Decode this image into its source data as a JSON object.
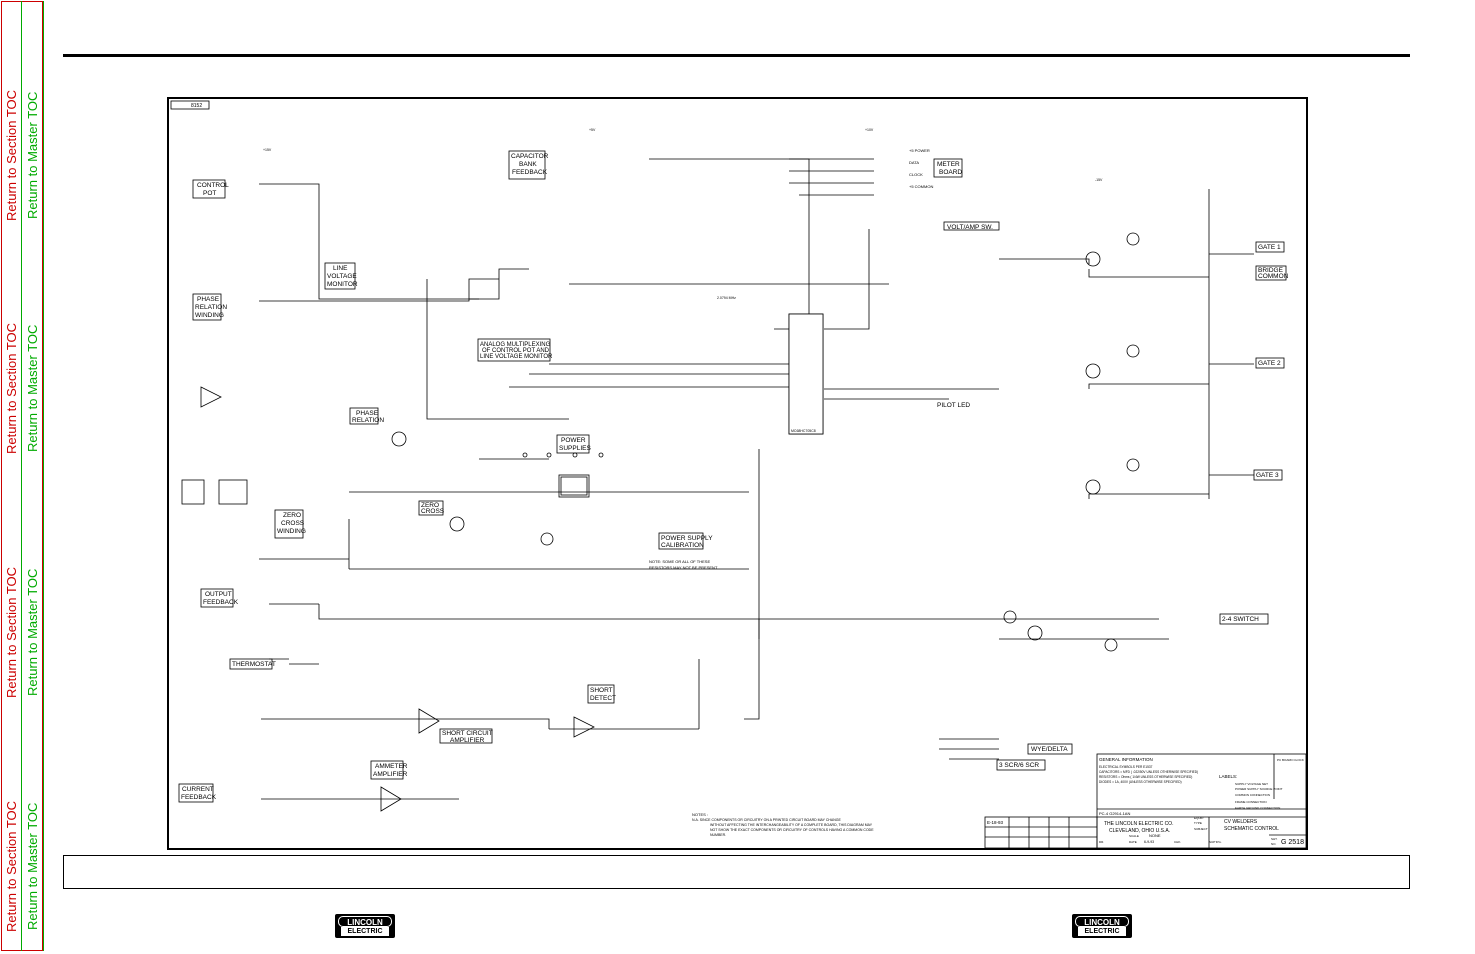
{
  "sidebar": {
    "links": [
      {
        "section": "Return to Section TOC",
        "master": "Return to Master TOC"
      },
      {
        "section": "Return to Section TOC",
        "master": "Return to Master TOC"
      },
      {
        "section": "Return to Section TOC",
        "master": "Return to Master TOC"
      },
      {
        "section": "Return to Section TOC",
        "master": "Return to Master TOC"
      }
    ],
    "colors": {
      "section": "#cc0000",
      "master": "#00aa00"
    }
  },
  "schematic": {
    "blocks": {
      "control_pot": [
        "CONTROL",
        "POT"
      ],
      "phase_relation_winding": [
        "PHASE",
        "RELATION",
        "WINDING"
      ],
      "line_voltage_monitor": [
        "LINE",
        "VOLTAGE",
        "MONITOR"
      ],
      "capacitor_bank_feedback": [
        "CAPACITOR",
        "BANK",
        "FEEDBACK"
      ],
      "analog_multiplexing": [
        "ANALOG   MULTIPLEXING",
        "OF CONTROL     POT AND",
        "LINE    VOLTAGE     MONITOR"
      ],
      "meter_board": [
        "METER",
        "BOARD"
      ],
      "volt_amp_sw": "VOLT/AMP SW.",
      "phase_relation": [
        "PHASE",
        "RELATION"
      ],
      "power_supplies": [
        "POWER",
        "SUPPLIES"
      ],
      "zero_cross": [
        "ZERO",
        "CROSS"
      ],
      "zero_cross_winding": [
        "ZERO",
        "CROSS",
        "WINDING"
      ],
      "output_feedback": [
        "OUTPUT",
        "FEEDBACK"
      ],
      "power_supply_calibration": [
        "POWER SUPPLY",
        "CALIBRATION"
      ],
      "thermostat": "THERMOSTAT",
      "short_detect": [
        "SHORT",
        "DETECT"
      ],
      "short_circuit_amplifier": [
        "SHORT CIRCUIT",
        "AMPLIFIER"
      ],
      "ammeter_amplifier": [
        "AMMETER",
        "AMPLIFIER"
      ],
      "current_feedback": [
        "CURRENT",
        "FEEDBACK"
      ],
      "pilot_led": "PILOT LED",
      "gate_1": "GATE 1",
      "bridge_common": [
        "BRIDGE",
        "COMMON"
      ],
      "gate_2": "GATE 2",
      "gate_3": "GATE 3",
      "switch_2_4": "2-4 SWITCH",
      "wye_delta": "WYE/DELTA",
      "scr_switch": "3 SCR/6 SCR"
    },
    "meter_pins": [
      "+5 POWER",
      "DATA",
      "CLOCK",
      "+5 COMMON"
    ],
    "supplies": [
      "+15V",
      "+5V",
      "-15V",
      "+10V"
    ],
    "mcu_label": "MC68HC705C8",
    "crystal_label": "2.0794 MHz",
    "note_calibration": [
      "NOTE:     SOME OR ALL OF THESE",
      "RESISTORS MAY NOT BE PRESENT"
    ],
    "notes_bottom": {
      "heading": "NOTES :",
      "lines": [
        "N.A.  SINCE COMPONENTS OR CIRCUITRY ON A PRINTED CIRCUIT BOARD MAY CHANGE",
        "WITHOUT AFFECTING THE INTERCHANGEABILITY OF A COMPLETE BOARD, THIS DIAGRAM MAY",
        "NOT SHOW THE EXACT COMPONENTS OR CIRCUITRY OF CONTROLS HAVING A COMMON CODE",
        "NUMBER."
      ]
    },
    "frame_tag": "8152"
  },
  "title_block": {
    "general_information": "GENERAL INFORMATION",
    "info_lines": [
      "ELECTRICAL SYMBOLS PER E1537",
      "CAPACITORS =   MFD ( .022/50V     UNLESS OTHERWISE SPECIFIED)",
      "RESISTORS = Ohms (         1/4W   UNLESS OTHERWISE SPECIFIED)",
      "DIODES =          1A, 400V       (UNLESS OTHERWISE SPECIFIED)"
    ],
    "labels_heading": "LABELS:",
    "label_items": [
      "SUPPLY    VOLTAGE NET",
      "POWER SUPPLY SOURCE POINT",
      "COMMON CONNECTION",
      "FRAME CONNECTION",
      "EARTH GROUND CONNECTION"
    ],
    "pc_board_ref": "PC BOARD CLOCK",
    "layout_ref": "PC-4 G2914-1AN",
    "revision": "E-18-93",
    "company": "THE LINCOLN ELECTRIC CO.",
    "location": "CLEVELAND, OHIO U.S.A.",
    "equip_type": "CV WELDERS",
    "subject": "SCHEMATIC  CONTROL",
    "scale": "NONE",
    "date": "6-9-93",
    "drawing_number": "G 2518",
    "field_labels": {
      "equip": "EQUIP.",
      "type": "TYPE",
      "subject": "SUBJECT",
      "scale": "SCALE",
      "date": "DATE",
      "dr": "DR.",
      "chk": "CHK.",
      "sup": "SUP'D'G.",
      "sht": "SHT.",
      "no": "NO."
    }
  },
  "footer": {
    "logos": [
      {
        "line1": "LINCOLN",
        "line2": "ELECTRIC"
      },
      {
        "line1": "LINCOLN",
        "line2": "ELECTRIC"
      }
    ]
  }
}
